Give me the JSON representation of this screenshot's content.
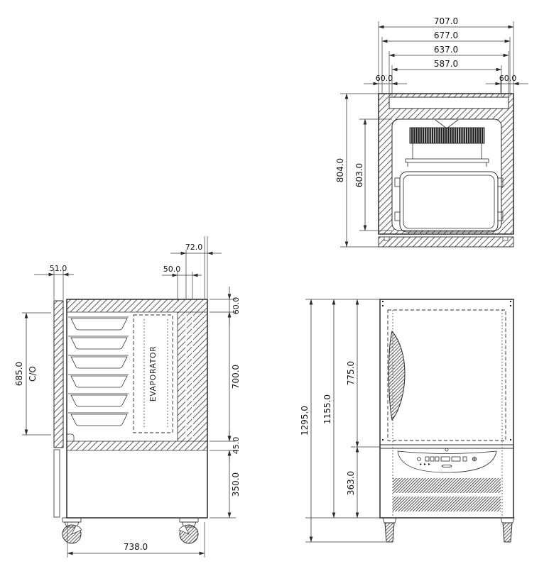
{
  "drawing": {
    "type": "technical-drawing-3-views-refrigeration-cabinet",
    "background_color": "#ffffff",
    "line_color": "#2b2b2b",
    "views": {
      "top": {
        "dims": {
          "overall_width": "707.0",
          "outer_width": "677.0",
          "opening_width": "637.0",
          "inner_width": "587.0",
          "left_wall": "60.0",
          "right_wall": "60.0",
          "overall_depth": "804.0",
          "inner_depth": "603.0"
        }
      },
      "side": {
        "dims": {
          "door_thickness": "51.0",
          "rear_offset": "72.0",
          "rear_wall": "50.0",
          "top_wall": "60.0",
          "chamber_height": "700.0",
          "bottom_wall": "45.0",
          "base_height": "350.0",
          "clear_opening_height": "685.0",
          "clear_opening_label": "C/O",
          "overall_depth": "738.0"
        },
        "labels": {
          "evaporator": "EVAPORATOR"
        }
      },
      "front": {
        "dims": {
          "overall_height": "1295.0",
          "body_height": "1155.0",
          "door_height": "775.0",
          "base_height": "363.0"
        }
      }
    }
  }
}
